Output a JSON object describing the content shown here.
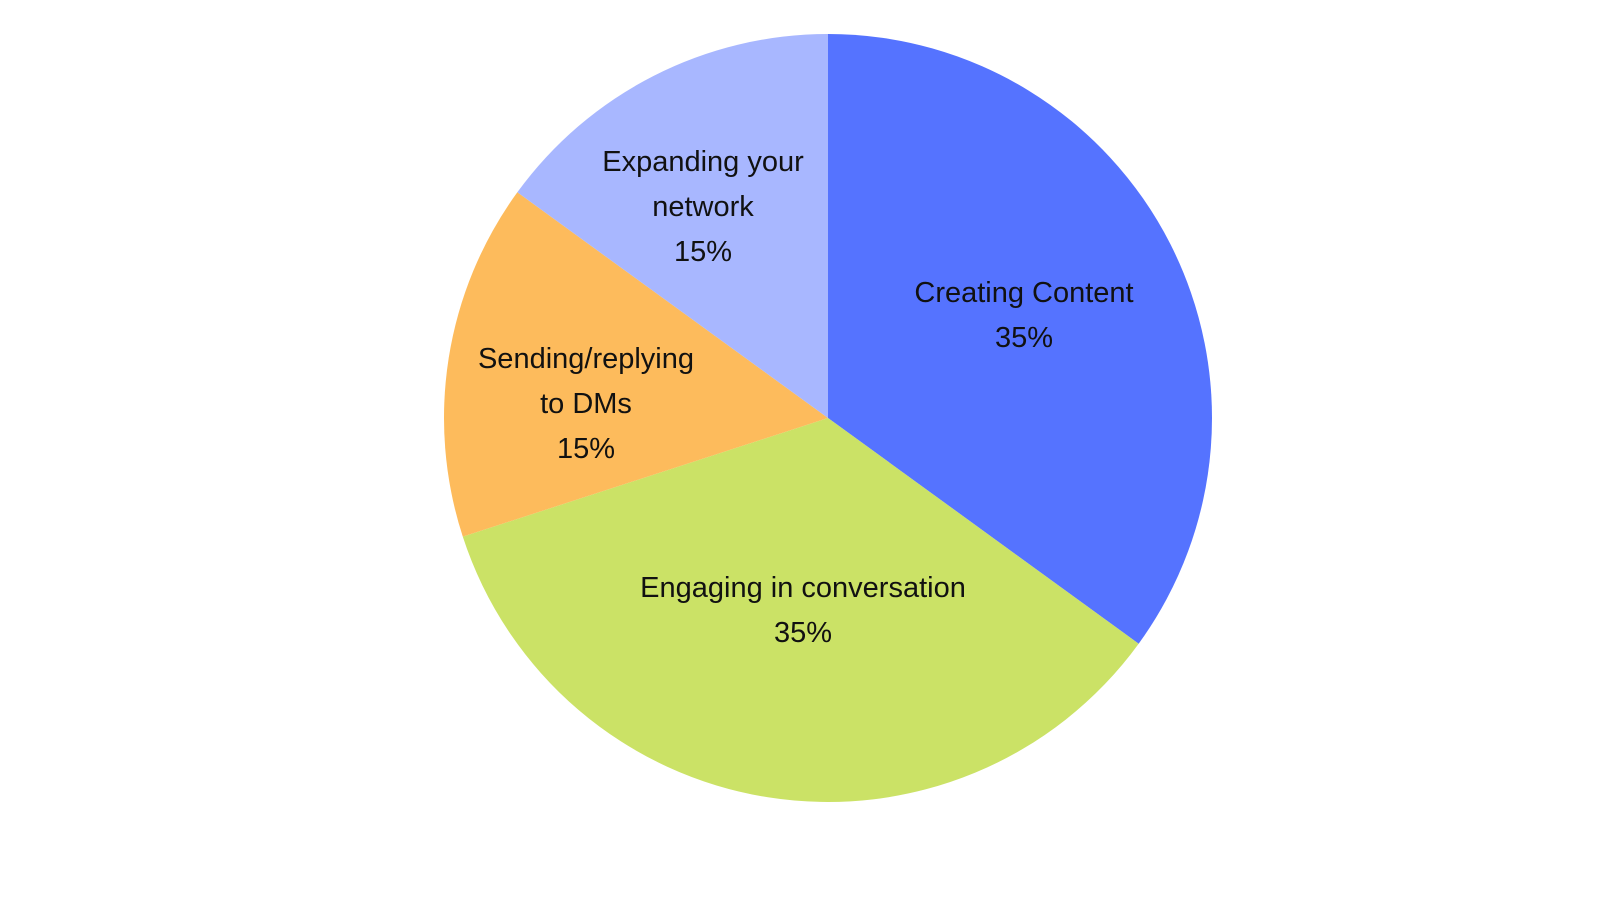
{
  "chart_data": {
    "type": "pie",
    "start_angle_deg": 0,
    "direction": "clockwise",
    "slices": [
      {
        "label_lines": [
          "Creating Content"
        ],
        "value": 35,
        "value_label": "35%",
        "color": "#5573FF"
      },
      {
        "label_lines": [
          "Engaging in conversation"
        ],
        "value": 35,
        "value_label": "35%",
        "color": "#CBE266"
      },
      {
        "label_lines": [
          "Sending/replying",
          "to DMs"
        ],
        "value": 15,
        "value_label": "15%",
        "color": "#FDBB5C"
      },
      {
        "label_lines": [
          "Expanding your",
          "network"
        ],
        "value": 15,
        "value_label": "15%",
        "color": "#A8B7FF"
      }
    ]
  }
}
